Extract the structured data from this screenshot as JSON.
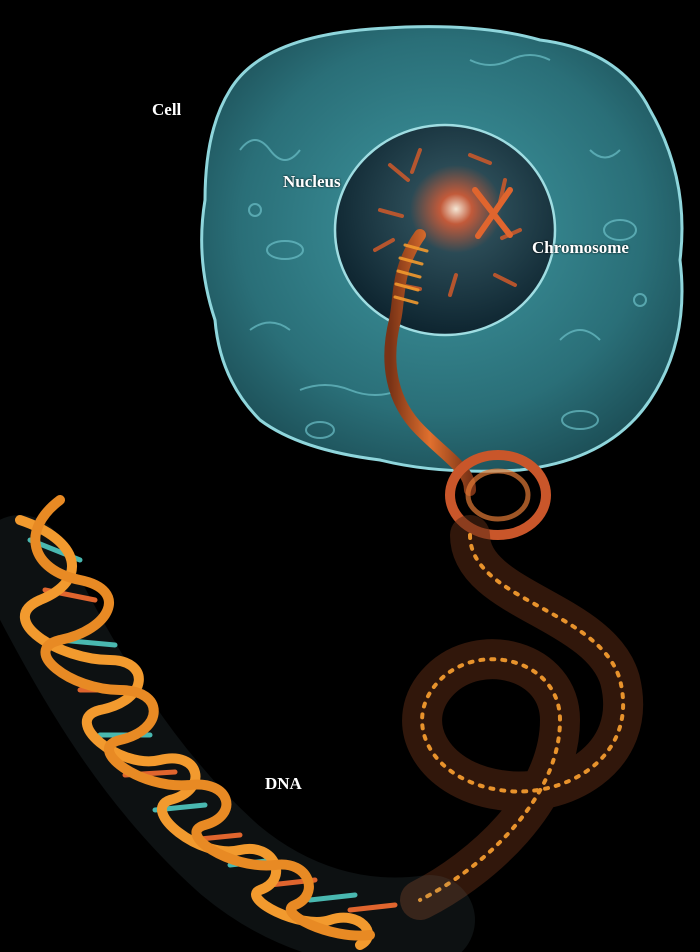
{
  "labels": {
    "cell": "Cell",
    "nucleus": "Nucleus",
    "chromosome": "Chromosome",
    "dna": "DNA"
  },
  "colors": {
    "background": "#000000",
    "cell": "#2f7f88",
    "cell_edge": "#7fd0d6",
    "nucleus": "#12343f",
    "chromosome": "#d05a2a",
    "dna_backbone": "#f29a2e",
    "dna_base_a": "#49b8b0",
    "dna_base_b": "#e0652e"
  }
}
